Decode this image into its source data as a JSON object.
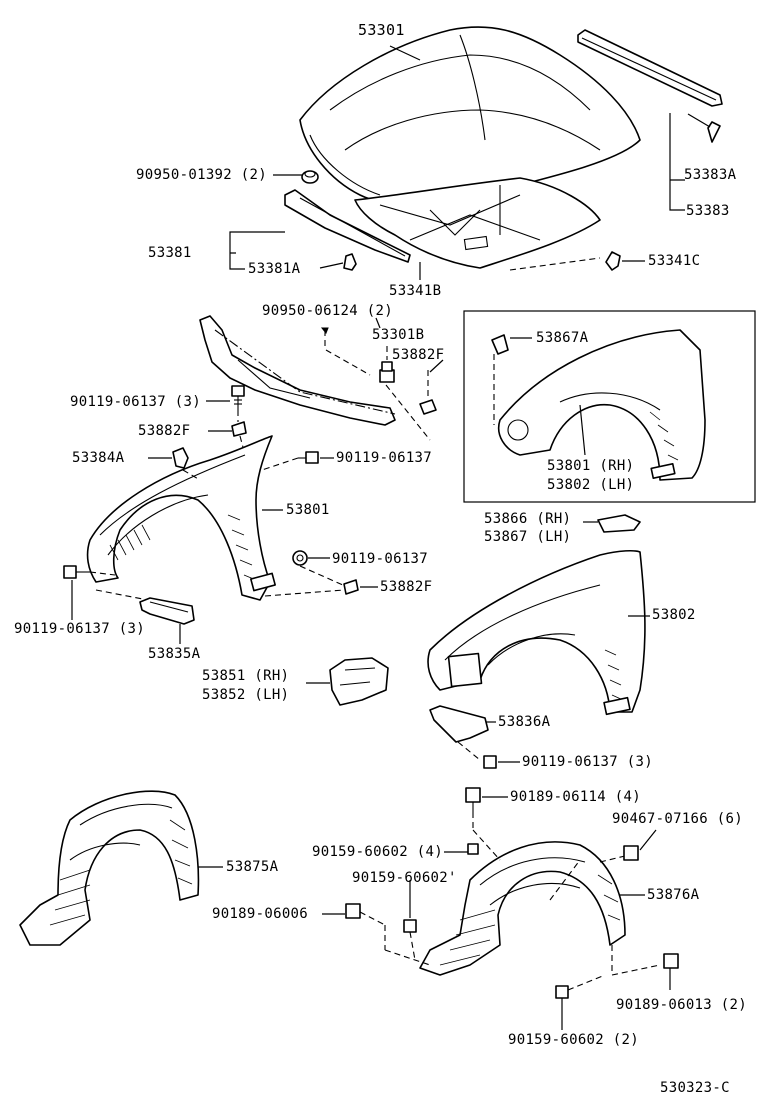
{
  "diagram_id": "530323-C",
  "colors": {
    "ink": "#000000",
    "paper": "#ffffff"
  },
  "parts": [
    {
      "id": "53301",
      "text": "53301"
    },
    {
      "id": "90950-01392",
      "text": "90950-01392 (2)"
    },
    {
      "id": "53383A",
      "text": "53383A"
    },
    {
      "id": "53383",
      "text": "53383"
    },
    {
      "id": "53381",
      "text": "53381"
    },
    {
      "id": "53381A",
      "text": "53381A"
    },
    {
      "id": "53341C",
      "text": "53341C"
    },
    {
      "id": "53341B",
      "text": "53341B"
    },
    {
      "id": "90950-06124",
      "text": "90950-06124 (2)"
    },
    {
      "id": "53301B",
      "text": "53301B"
    },
    {
      "id": "53882F-top",
      "text": "53882F"
    },
    {
      "id": "53867A",
      "text": "53867A"
    },
    {
      "id": "90119-06137-3-top",
      "text": "90119-06137 (3)"
    },
    {
      "id": "53882F-mid",
      "text": "53882F"
    },
    {
      "id": "53384A",
      "text": "53384A"
    },
    {
      "id": "90119-06137-a",
      "text": "90119-06137"
    },
    {
      "id": "53801-53802-inset",
      "text": "53801 (RH)"
    },
    {
      "id": "53802-inset",
      "text": "53802 (LH)"
    },
    {
      "id": "53801",
      "text": "53801"
    },
    {
      "id": "53866",
      "text": "53866 (RH)"
    },
    {
      "id": "53867",
      "text": "53867 (LH)"
    },
    {
      "id": "90119-06137-b",
      "text": "90119-06137"
    },
    {
      "id": "53882F-low",
      "text": "53882F"
    },
    {
      "id": "90119-06137-3-left",
      "text": "90119-06137 (3)"
    },
    {
      "id": "53802",
      "text": "53802"
    },
    {
      "id": "53835A",
      "text": "53835A"
    },
    {
      "id": "53851",
      "text": "53851 (RH)"
    },
    {
      "id": "53852",
      "text": "53852 (LH)"
    },
    {
      "id": "53836A",
      "text": "53836A"
    },
    {
      "id": "90119-06137-3-right",
      "text": "90119-06137 (3)"
    },
    {
      "id": "90189-06114",
      "text": "90189-06114 (4)"
    },
    {
      "id": "90467-07166",
      "text": "90467-07166 (6)"
    },
    {
      "id": "90159-60602-4",
      "text": "90159-60602 (4)"
    },
    {
      "id": "53875A",
      "text": "53875A"
    },
    {
      "id": "90159-60602-b",
      "text": "90159-60602'"
    },
    {
      "id": "53876A",
      "text": "53876A"
    },
    {
      "id": "90189-06006",
      "text": "90189-06006"
    },
    {
      "id": "90189-06013",
      "text": "90189-06013 (2)"
    },
    {
      "id": "90159-60602-2",
      "text": "90159-60602 (2)"
    }
  ]
}
